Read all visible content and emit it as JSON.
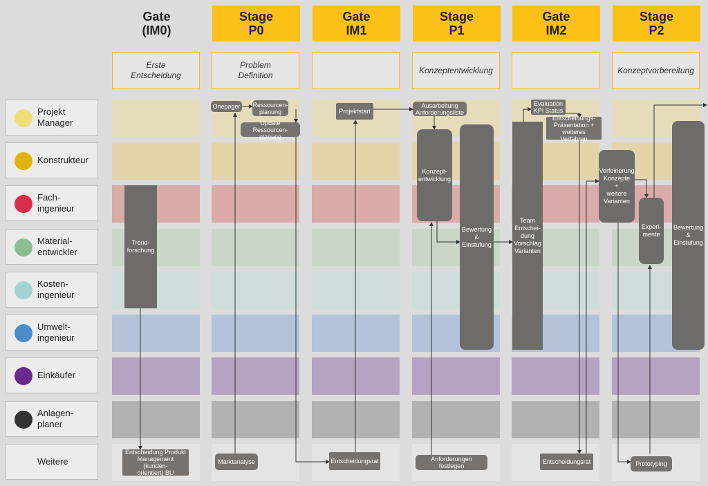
{
  "headers": [
    {
      "kind": "Gate",
      "code": "(IM0)",
      "style": "gate0"
    },
    {
      "kind": "Stage",
      "code": "P0",
      "style": "stage"
    },
    {
      "kind": "Gate",
      "code": "IM1",
      "style": "gate"
    },
    {
      "kind": "Stage",
      "code": "P1",
      "style": "stage"
    },
    {
      "kind": "Gate",
      "code": "IM2",
      "style": "gate"
    },
    {
      "kind": "Stage",
      "code": "P2",
      "style": "stage"
    }
  ],
  "phases": [
    "Erste\nEntscheidung",
    "Problem\nDefinition",
    "",
    "Konzeptentwicklung",
    "",
    "Konzeptvorbereitung"
  ],
  "roles": [
    {
      "label": "Projekt\nManager",
      "color": "#f3dc7c",
      "lane": "#e6dcbc"
    },
    {
      "label": "Konstrukteur",
      "color": "#e0b20f",
      "lane": "#e3d4a9"
    },
    {
      "label": "Fach-\ningenieur",
      "color": "#d92e4a",
      "lane": "#d9aba9"
    },
    {
      "label": "Material-\nentwickler",
      "color": "#8cbe94",
      "lane": "#cad6c8"
    },
    {
      "label": "Kosten-\ningenieur",
      "color": "#a3d3d1",
      "lane": "#cfdcda"
    },
    {
      "label": "Umwelt-\ningenieur",
      "color": "#4b8acb",
      "lane": "#b4c3da"
    },
    {
      "label": "Einkäufer",
      "color": "#6a2a8b",
      "lane": "#b4a3c2"
    },
    {
      "label": "Anlagen-\nplaner",
      "color": "#333333",
      "lane": "#b2b2b2"
    },
    {
      "label": "Weitere",
      "color": "#ececec",
      "lane": "#e4e4e4"
    }
  ],
  "activities": {
    "onepager": "Onepager",
    "ressourcenplanung": "Ressourcen-\nplanung",
    "update_ressourcenplanung": "Update Ressourcen-\nplanung",
    "projektstart": "Projektstart",
    "ausarbeitung": "Ausarbeitung\nAnforderungsliste",
    "evaluation": "Evaluation\nKPI Status",
    "entscheidungspraesentation": "Entscheidungs-\nPräsentation +\nweiteres Verfahren",
    "konzeptentwicklung": "Konzept-\nentwicklung",
    "bewertung1": "Bewertung\n&\nEinstufung",
    "team_entscheidung": "Team\nEntschei-\ndung\nVorschlag\nVarianten",
    "verfeinerung": "Verfeinerung\nKonzepte\n+\nweitere\nVarianten",
    "experimente": "Experi-\nmente",
    "bewertung2": "Bewertung\n&\nEinstufung",
    "trendforschung": "Trend-\nforschung",
    "entscheidung_pm": "Entscheidung Produkt\nManagement (kunden-\norientiert) BU",
    "marktanalyse": "Marktanalyse",
    "entscheidungsrat1": "Entscheidungsrat",
    "anforderungen": "Anforderungen festlegen",
    "entscheidungsrat2": "Entscheidungsrat",
    "prototyping": "Prototyping"
  }
}
